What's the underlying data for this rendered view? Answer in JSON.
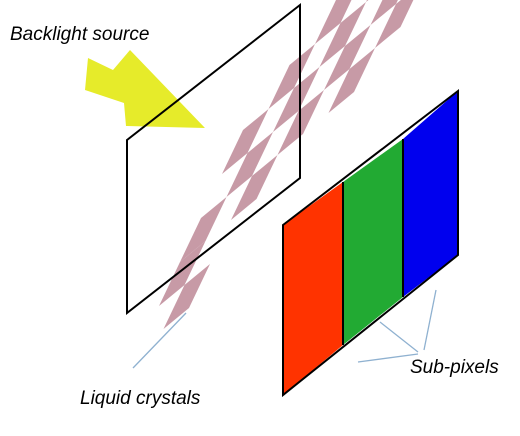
{
  "labels": {
    "backlight": "Backlight source",
    "crystals": "Liquid crystals",
    "subpixels": "Sub-pixels"
  },
  "colors": {
    "arrow": "#e6eb2a",
    "crystal": "#c79aa6",
    "subpixel_red": "#ff3300",
    "subpixel_green": "#22aa33",
    "subpixel_blue": "#0000ee",
    "leader": "#8fb1d0",
    "outline": "#000000"
  }
}
